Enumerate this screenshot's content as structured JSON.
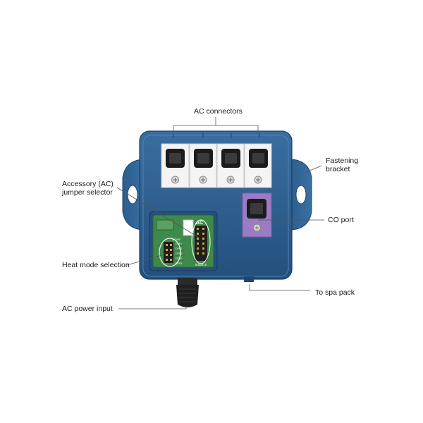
{
  "labels": {
    "ac_connectors": "AC connectors",
    "fastening_bracket_1": "Fastening",
    "fastening_bracket_2": "bracket",
    "accessory_selector_1": "Accessory (AC)",
    "accessory_selector_2": "jumper selector",
    "co_port": "CO port",
    "heat_mode_selection": "Heat mode selection",
    "to_spa_pack": "To spa pack",
    "ac_power_input": "AC power input"
  },
  "board_markings": {
    "ac_badge": "AC",
    "mode_text": "MODE",
    "part_number": "JEM2478",
    "row_labels": [
      "OFF1",
      "OFF2",
      "OFF3",
      "OFF4",
      "OFF5"
    ]
  },
  "colors": {
    "housing": "#2f5f8f",
    "housing_dark": "#1f4670",
    "port_panel": "#f4f4f4",
    "co_panel": "#9b7cc4",
    "board": "#3f8a4a",
    "label_text": "#1a1a1a",
    "leader_line": "#555555"
  }
}
